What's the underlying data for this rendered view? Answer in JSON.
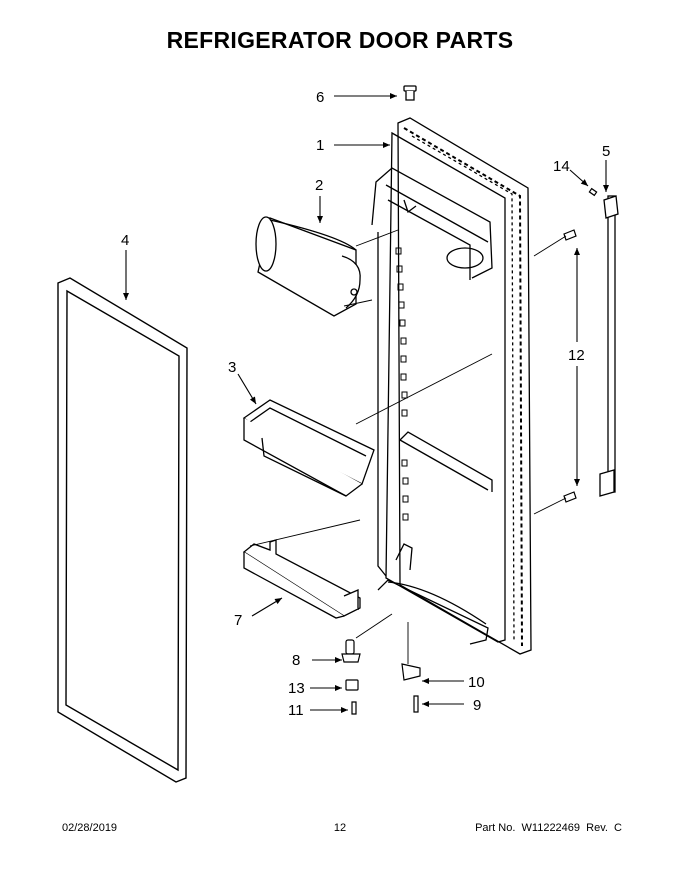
{
  "title": "REFRIGERATOR DOOR PARTS",
  "callouts": [
    "1",
    "2",
    "3",
    "4",
    "5",
    "6",
    "7",
    "8",
    "9",
    "10",
    "11",
    "12",
    "13",
    "14"
  ],
  "footer": {
    "date": "02/28/2019",
    "page": "12",
    "part_number": "Part No.  W11222469  Rev.  C"
  }
}
